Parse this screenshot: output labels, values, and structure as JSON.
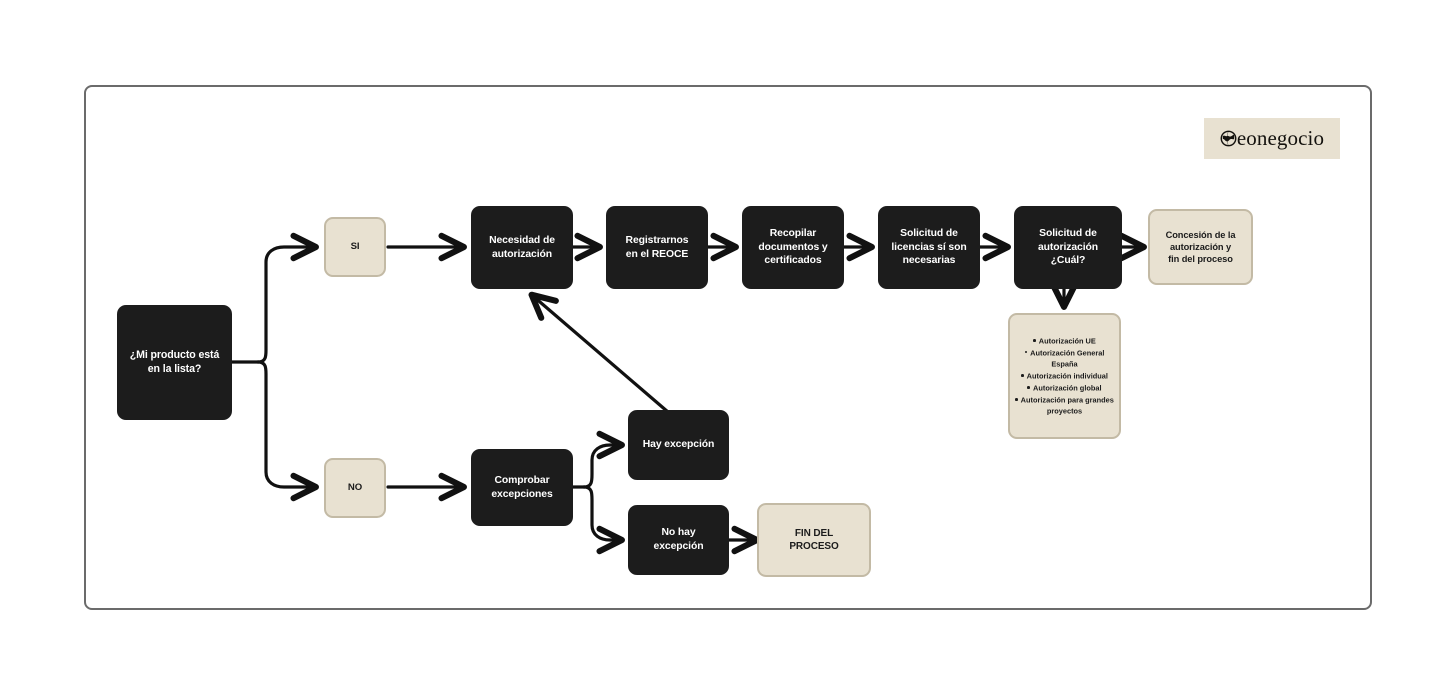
{
  "diagram": {
    "title_logo": {
      "text": "eonegocio",
      "icon": "globe-icon",
      "background": "#e8e1d1"
    },
    "colors": {
      "dark_node": "#1c1c1c",
      "beige_node": "#e8e1d1",
      "beige_border": "#c3baa5",
      "frame_border": "#6b6b6b",
      "connector": "#111111",
      "page_background": "#ffffff"
    },
    "nodes": {
      "start": "¿Mi producto está\nen la lista?",
      "yes": "SI",
      "no": "NO",
      "need_authorization": "Necesidad de\nautorización",
      "register_reoce": "Registrarnos\nen el REOCE",
      "collect_documents": "Recopilar\ndocumentos y\ncertificados",
      "request_licenses": "Solicitud de\nlicencias sí son\nnecesarias",
      "request_authorization": "Solicitud de\nautorización\n¿Cuál?",
      "grant_authorization": "Concesión de la\nautorización y\nfin del proceso",
      "check_exceptions": "Comprobar\nexcepciones",
      "has_exception": "Hay excepción",
      "no_exception": "No hay\nexcepción",
      "process_end": "FIN DEL\nPROCESO"
    },
    "authorization_types": [
      "Autorización UE",
      "Autorización General España",
      "Autorización individual",
      "Autorización global",
      "Autorización para grandes proyectos"
    ]
  }
}
